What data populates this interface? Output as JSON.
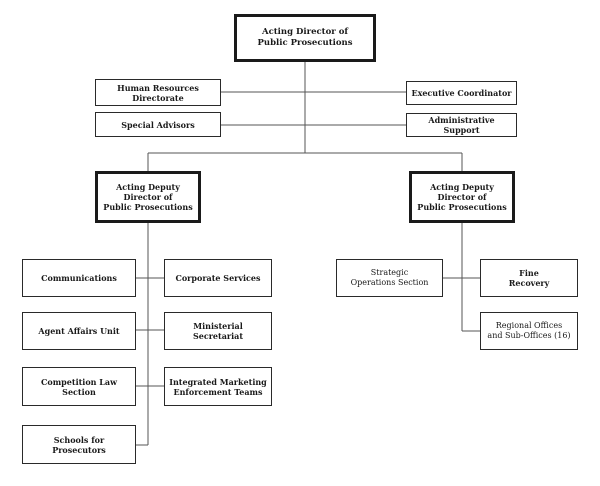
{
  "director": {
    "label": "Acting Director of\nPublic Prosecutions"
  },
  "staff": {
    "human_resources": "Human Resources\nDirectorate",
    "executive_coordinator": "Executive Coordinator",
    "special_advisors": "Special Advisors",
    "administrative_support": "Administrative Support"
  },
  "deputy_left": {
    "label": "Acting Deputy\nDirector of\nPublic Prosecutions",
    "units": {
      "communications": "Communications",
      "corporate_services": "Corporate Services",
      "agent_affairs": "Agent Affairs Unit",
      "ministerial_secretariat": "Ministerial Secretariat",
      "competition_law": "Competition Law\nSection",
      "integrated_marketing": "Integrated Marketing\nEnforcement Teams",
      "schools": "Schools for\nProsecutors"
    }
  },
  "deputy_right": {
    "label": "Acting Deputy\nDirector of\nPublic Prosecutions",
    "units": {
      "strategic_operations": "Strategic\nOperations Section",
      "fine_recovery": "Fine\nRecovery",
      "regional_offices": "Regional Offices\nand Sub-Offices (16)"
    }
  },
  "colors": {
    "line": "#555555",
    "border": "#1a1a1a"
  }
}
